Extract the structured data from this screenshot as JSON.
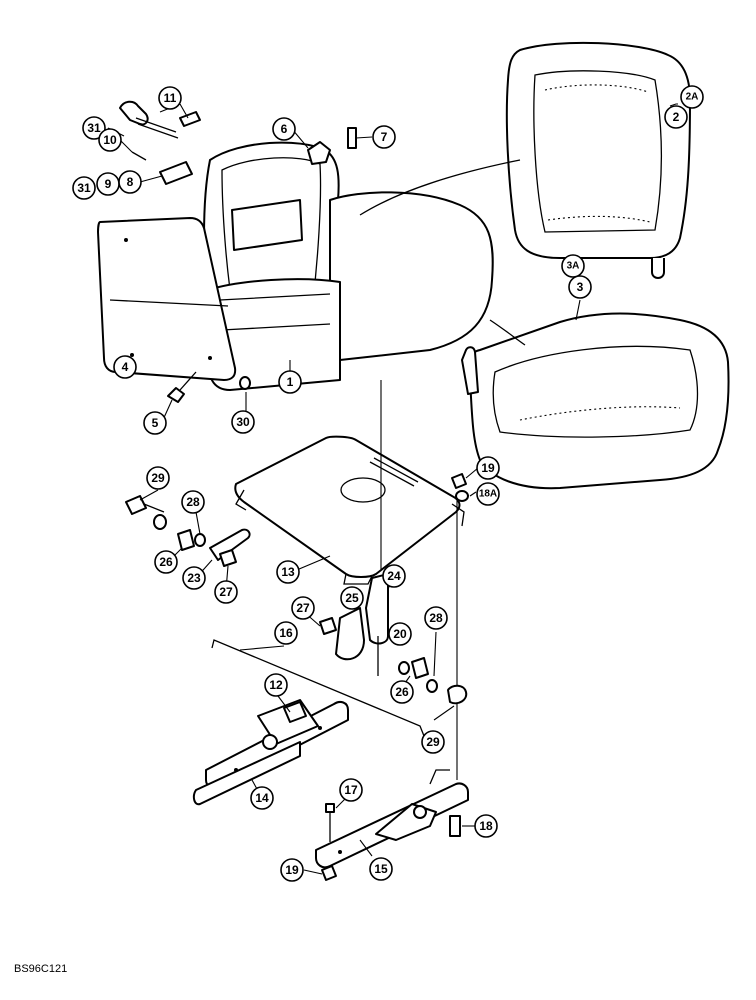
{
  "diagram": {
    "figure_code": "BS96C121",
    "callouts": [
      {
        "id": "c1",
        "label": "1"
      },
      {
        "id": "c2",
        "label": "2"
      },
      {
        "id": "c2a",
        "label": "2A"
      },
      {
        "id": "c3",
        "label": "3"
      },
      {
        "id": "c3a",
        "label": "3A"
      },
      {
        "id": "c4",
        "label": "4"
      },
      {
        "id": "c5",
        "label": "5"
      },
      {
        "id": "c6",
        "label": "6"
      },
      {
        "id": "c7",
        "label": "7"
      },
      {
        "id": "c8",
        "label": "8"
      },
      {
        "id": "c9",
        "label": "9"
      },
      {
        "id": "c10",
        "label": "10"
      },
      {
        "id": "c11",
        "label": "11"
      },
      {
        "id": "c12",
        "label": "12"
      },
      {
        "id": "c13",
        "label": "13"
      },
      {
        "id": "c14",
        "label": "14"
      },
      {
        "id": "c15",
        "label": "15"
      },
      {
        "id": "c16",
        "label": "16"
      },
      {
        "id": "c17",
        "label": "17"
      },
      {
        "id": "c18",
        "label": "18"
      },
      {
        "id": "c18a",
        "label": "18A"
      },
      {
        "id": "c19a",
        "label": "19"
      },
      {
        "id": "c19b",
        "label": "19"
      },
      {
        "id": "c20",
        "label": "20"
      },
      {
        "id": "c23",
        "label": "23"
      },
      {
        "id": "c24",
        "label": "24"
      },
      {
        "id": "c25",
        "label": "25"
      },
      {
        "id": "c26a",
        "label": "26"
      },
      {
        "id": "c26b",
        "label": "26"
      },
      {
        "id": "c27a",
        "label": "27"
      },
      {
        "id": "c27b",
        "label": "27"
      },
      {
        "id": "c28a",
        "label": "28"
      },
      {
        "id": "c28b",
        "label": "28"
      },
      {
        "id": "c29a",
        "label": "29"
      },
      {
        "id": "c29b",
        "label": "29"
      },
      {
        "id": "c30",
        "label": "30"
      },
      {
        "id": "c31a",
        "label": "31"
      },
      {
        "id": "c31b",
        "label": "31"
      }
    ]
  }
}
